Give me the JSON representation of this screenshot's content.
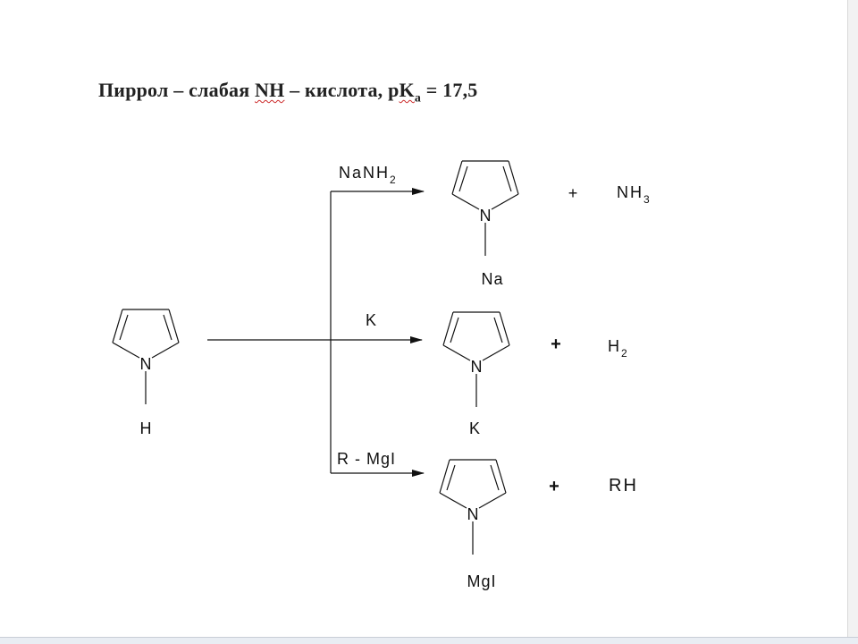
{
  "title": {
    "prefix": "Пиррол – слабая ",
    "nh": "NH",
    "mid": " – кислота, р",
    "ka": "K",
    "ka_sub": "a",
    "suffix": " = 17,5"
  },
  "start": {
    "ring_atom": "N",
    "substituent": "H"
  },
  "reactions": [
    {
      "reagent": "NaNH",
      "reagent_sub": "2",
      "ring_atom": "N",
      "substituent": "Na",
      "plus": "+",
      "byproduct": "NH",
      "byproduct_sub": "3"
    },
    {
      "reagent": "K",
      "reagent_sub": "",
      "ring_atom": "N",
      "substituent": "K",
      "plus": "+",
      "byproduct": "H",
      "byproduct_sub": "2"
    },
    {
      "reagent": "R - MgI",
      "reagent_sub": "",
      "ring_atom": "N",
      "substituent": "MgI",
      "plus": "+",
      "byproduct": "RH",
      "byproduct_sub": ""
    }
  ]
}
